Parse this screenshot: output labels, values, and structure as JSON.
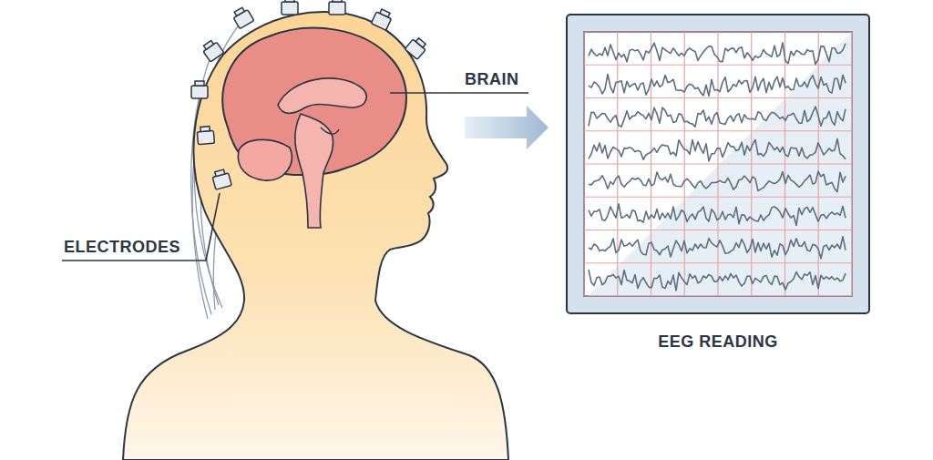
{
  "diagram": {
    "labels": [
      "BRAIN",
      "ELECTRODES",
      "EEG READING"
    ]
  }
}
